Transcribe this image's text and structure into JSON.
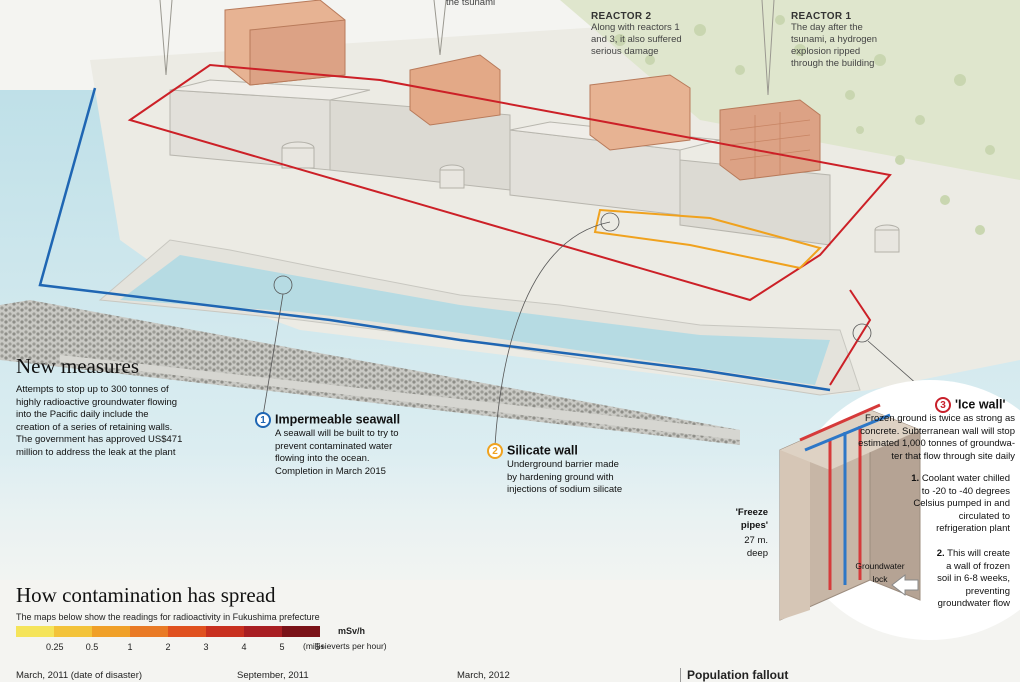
{
  "reactors": {
    "top_note": "the tsunami",
    "reactor2": {
      "title": "REACTOR 2",
      "desc": [
        "Along with reactors 1",
        "and 3, it also suffered",
        "serious damage"
      ]
    },
    "reactor1": {
      "title": "REACTOR 1",
      "desc": [
        "The day after the",
        "tsunami, a hydrogen",
        "explosion ripped",
        "through the building"
      ]
    }
  },
  "new_measures": {
    "title": "New measures",
    "body": [
      "Attempts to stop up to 300 tonnes of",
      "highly radioactive groundwater flowing",
      "into the Pacific daily include the",
      "creation of a series of retaining walls.",
      "The government has approved US$471",
      "million to address the leak at the plant"
    ]
  },
  "callouts": [
    {
      "num": "1",
      "color": "#1f66b3",
      "title": "Impermeable seawall",
      "body": [
        "A seawall will be built to try to",
        "prevent contaminated water",
        "flowing into the ocean.",
        "Completion in March 2015"
      ]
    },
    {
      "num": "2",
      "color": "#f0a21e",
      "title": "Silicate wall",
      "body": [
        "Underground barrier made",
        "by hardening ground with",
        "injections of sodium silicate"
      ]
    },
    {
      "num": "3",
      "color": "#c8202b",
      "title": "'Ice wall'",
      "body": [
        "Frozen ground is twice as strong as",
        "concrete. Subterranean wall will stop",
        "estimated 1,000 tonnes of groundwa-",
        "ter that flow through site daily"
      ]
    }
  ],
  "ice_wall_steps": [
    {
      "label": "1.",
      "text": [
        "Coolant water chilled",
        "to -20 to -40 degrees",
        "Celsius pumped in and",
        "circulated to",
        "refrigeration plant"
      ]
    },
    {
      "label": "2.",
      "text": [
        "This will create",
        "a wall of frozen",
        "soil in 6-8 weeks,",
        "preventing",
        "groundwater flow"
      ]
    }
  ],
  "freeze_pipes": {
    "label": [
      "'Freeze",
      "pipes'"
    ],
    "depth": [
      "27 m.",
      "deep"
    ]
  },
  "groundwater_label": [
    "Groundwater",
    "lock"
  ],
  "contamination": {
    "title": "How contamination has spread",
    "subtitle": "The maps below show the readings for radioactivity in Fukushima prefecture",
    "unit": "mSv/h",
    "unit_long": "(millisieverts per hour)",
    "legend": [
      {
        "label": "0.25",
        "color": "#f5e45a"
      },
      {
        "label": "0.5",
        "color": "#f3c33a"
      },
      {
        "label": "1",
        "color": "#f0a028"
      },
      {
        "label": "2",
        "color": "#e97a25"
      },
      {
        "label": "3",
        "color": "#e0511f"
      },
      {
        "label": "4",
        "color": "#c8301f"
      },
      {
        "label": "5",
        "color": "#a81e22"
      },
      {
        "label": "5+",
        "color": "#7a1218"
      }
    ],
    "maps": [
      {
        "date": "March, 2011",
        "note": "(date of disaster)"
      },
      {
        "date": "September, 2011",
        "note": ""
      },
      {
        "date": "March, 2012",
        "note": ""
      }
    ],
    "population_title": "Population fallout"
  }
}
